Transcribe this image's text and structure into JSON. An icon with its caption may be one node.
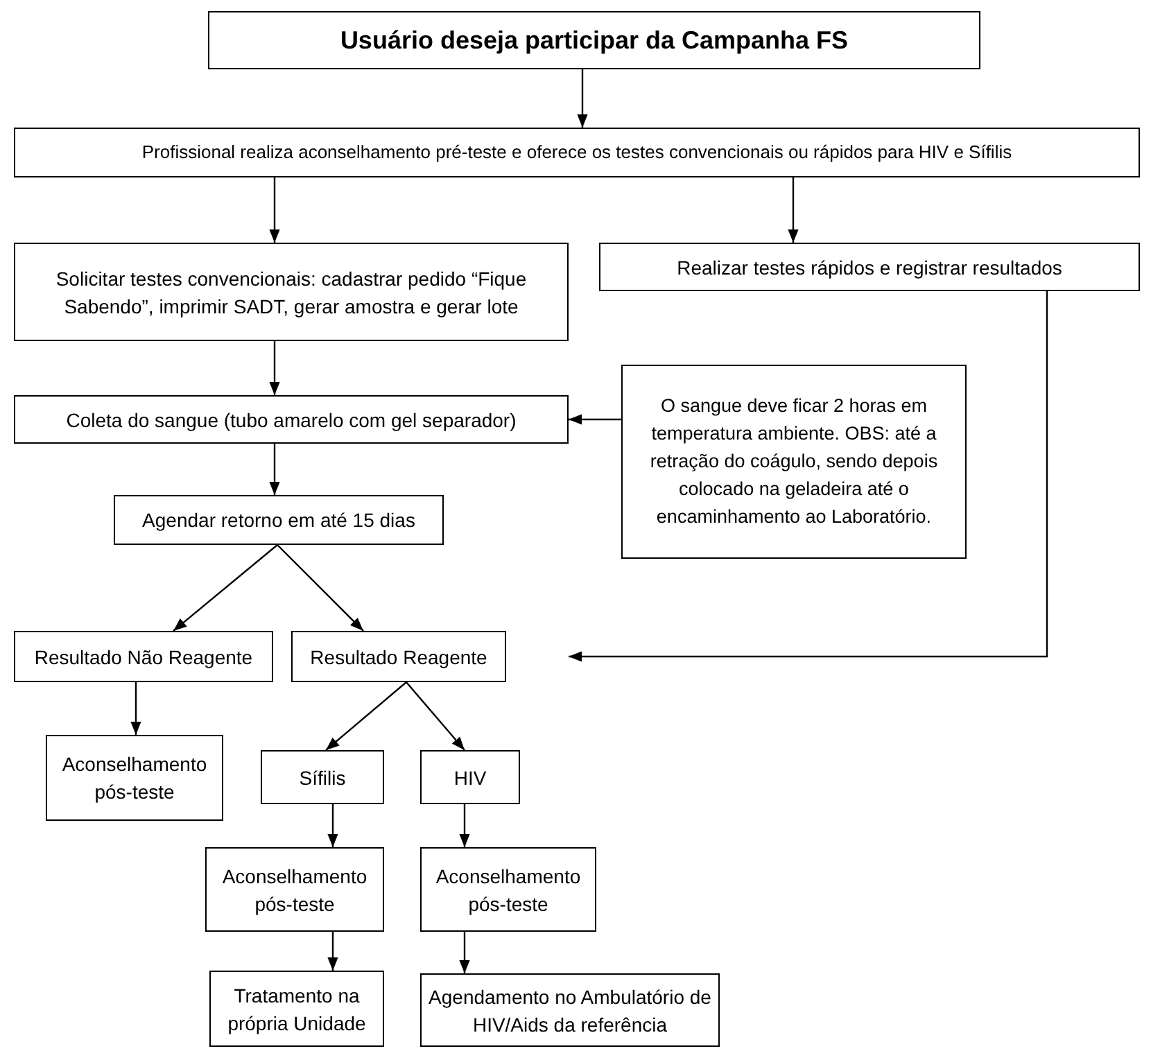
{
  "diagram": {
    "nodes": [
      {
        "text": [
          "Usuário deseja participar da Campanha FS"
        ]
      },
      {
        "text": [
          "Profissional realiza aconselhamento pré-teste e oferece os testes convencionais ou rápidos para HIV e Sífilis"
        ]
      },
      {
        "text": [
          "Solicitar testes convencionais: cadastrar pedido “Fique Sabendo”, imprimir SADT, gerar amostra e gerar lote"
        ]
      },
      {
        "text": [
          "Realizar testes rápidos e registrar resultados"
        ]
      },
      {
        "text": [
          "Coleta do sangue (tubo amarelo com gel separador)"
        ]
      },
      {
        "text": [
          "O sangue deve ficar 2 horas em temperatura ambiente. OBS: até a retração do coágulo, sendo depois colocado na geladeira até o encaminhamento ao Laboratório."
        ]
      },
      {
        "text": [
          "Agendar retorno em até 15 dias"
        ]
      },
      {
        "text": [
          "Resultado Não Reagente"
        ]
      },
      {
        "text": [
          "Resultado Reagente"
        ]
      },
      {
        "text": [
          "Aconselhamento pós-teste"
        ]
      },
      {
        "text": [
          "Sífilis"
        ]
      },
      {
        "text": [
          "HIV"
        ]
      },
      {
        "text": [
          "Aconselhamento pós-teste"
        ]
      },
      {
        "text": [
          "Aconselhamento pós-teste"
        ]
      },
      {
        "text": [
          "Tratamento na própria Unidade"
        ]
      },
      {
        "text": [
          "Agendamento no Ambulatório de HIV/Aids da referência"
        ]
      }
    ],
    "edges": [
      {
        "from": 0,
        "to": 1,
        "arrow": "to"
      },
      {
        "from": 1,
        "to": 2,
        "arrow": "to"
      },
      {
        "from": 1,
        "to": 3,
        "arrow": "to"
      },
      {
        "from": 2,
        "to": 4,
        "arrow": "to"
      },
      {
        "from": 5,
        "to": 4,
        "arrow": "to"
      },
      {
        "from": 4,
        "to": 6,
        "arrow": "to"
      },
      {
        "from": 6,
        "to": 7,
        "arrow": "to"
      },
      {
        "from": 6,
        "to": 8,
        "arrow": "to"
      },
      {
        "from": 3,
        "to": 8,
        "arrow": "to"
      },
      {
        "from": 7,
        "to": 9,
        "arrow": "to"
      },
      {
        "from": 8,
        "to": 10,
        "arrow": "to"
      },
      {
        "from": 8,
        "to": 11,
        "arrow": "to"
      },
      {
        "from": 10,
        "to": 12,
        "arrow": "to"
      },
      {
        "from": 11,
        "to": 13,
        "arrow": "to"
      },
      {
        "from": 12,
        "to": 14,
        "arrow": "to"
      },
      {
        "from": 13,
        "to": 15,
        "arrow": "to"
      }
    ]
  }
}
